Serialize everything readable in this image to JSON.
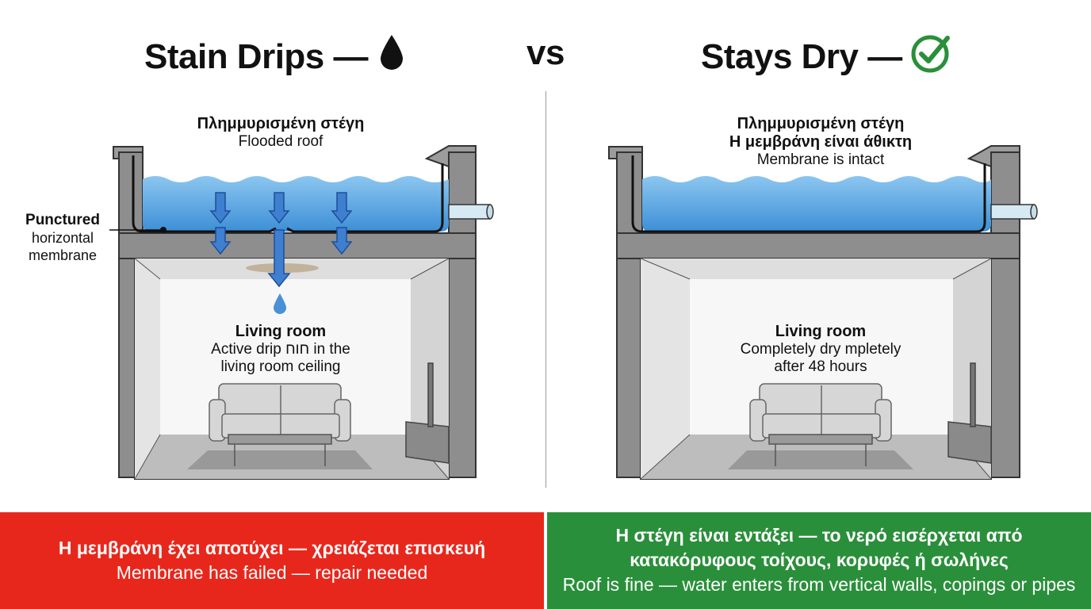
{
  "header": {
    "left_title": "Stain Drips —",
    "left_icon": "water-drop-icon",
    "vs": "vs",
    "right_title": "Stays Dry —",
    "right_icon": "check-circle-icon"
  },
  "left_panel": {
    "roof_label_greek": "Πλημμυρισμένη στέγη",
    "roof_label_english": "Flooded roof",
    "annotation_bold": "Punctured",
    "annotation_line2": "horizontal",
    "annotation_line3": "membrane",
    "room_title": "Living room",
    "room_line1": "Active drip חוח in the",
    "room_line2": "living room ceiling"
  },
  "right_panel": {
    "roof_label_greek": "Πλημμυρισμένη στέγη",
    "membrane_greek": "Η μεμβράνη είναι άθικτη",
    "membrane_english": "Membrane is intact",
    "room_title": "Living room",
    "room_line1": "Completely dry mpletely",
    "room_line2": "after 48 hours"
  },
  "banners": {
    "left_greek": "Η μεμβράνη έχει αποτύχει — χρειάζεται επισκευή",
    "left_english": "Membrane has failed — repair needed",
    "right_greek_line1": "Η στέγη είναι εντάξει — το νερό εισέρχεται από",
    "right_greek_line2": "κατακόρυφους τοίχους, κορυφές ή σωλήνες",
    "right_english": "Roof is fine — water enters from vertical walls, copings or pipes"
  },
  "colors": {
    "fail_red": "#e8271c",
    "ok_green": "#2a8f3a",
    "water_blue": "#5aa8e4",
    "arrow_blue": "#2f6fc1",
    "wall_grey": "#8e8e8e"
  }
}
